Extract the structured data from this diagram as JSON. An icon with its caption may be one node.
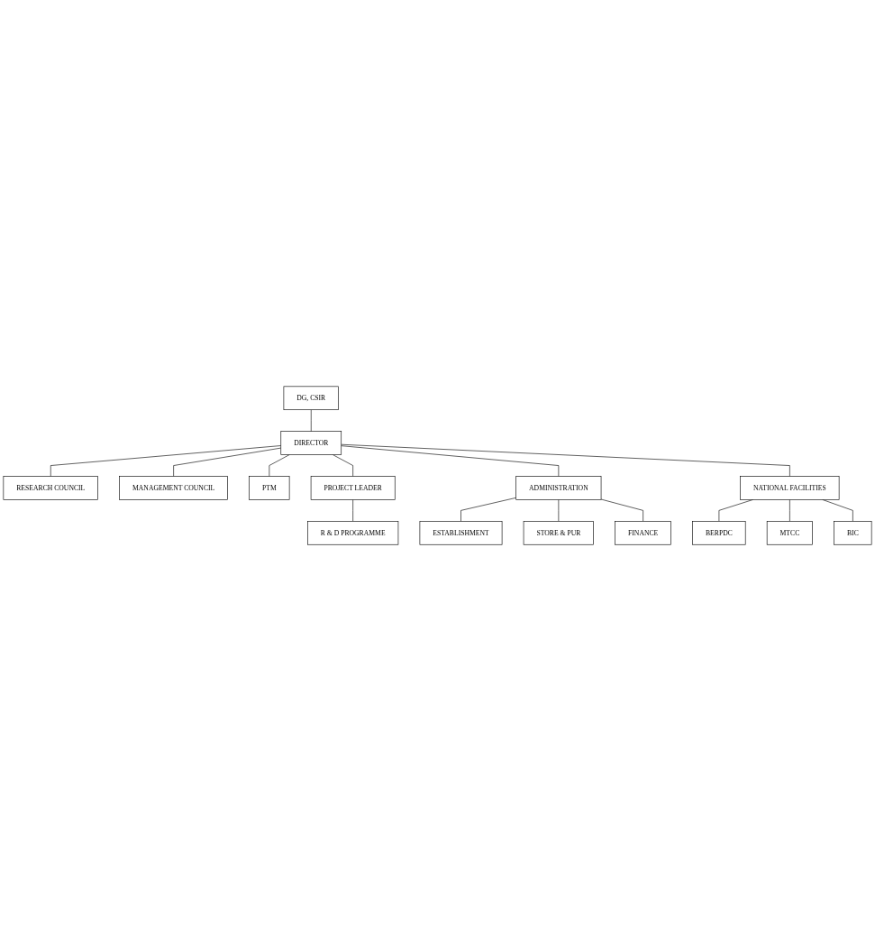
{
  "diagram": {
    "nodes": [
      {
        "text": [
          "DG, CSIR"
        ]
      },
      {
        "text": [
          "RESEARCH COUNCIL"
        ]
      },
      {
        "text": [
          "DIRECTOR"
        ]
      },
      {
        "text": [
          "MANAGEMENT COUNCIL"
        ]
      },
      {
        "text": [
          "PTM"
        ]
      },
      {
        "text": [
          "PROJECT LEADER"
        ]
      },
      {
        "text": [
          "ADMINISTRATION"
        ]
      },
      {
        "text": [
          "NATIONAL FACILITIES"
        ]
      },
      {
        "text": [
          "R & D PROGRAMME"
        ]
      },
      {
        "text": [
          "ESTABLISHMENT"
        ]
      },
      {
        "text": [
          "STORE & PUR"
        ]
      },
      {
        "text": [
          "FINANCE"
        ]
      },
      {
        "text": [
          "BERPDC"
        ]
      },
      {
        "text": [
          "MTCC"
        ]
      },
      {
        "text": [
          "BIC"
        ]
      }
    ],
    "edges": [
      {
        "from": 0,
        "to": 2,
        "arrow": "none"
      },
      {
        "from": 2,
        "to": 1,
        "arrow": "none"
      },
      {
        "from": 2,
        "to": 3,
        "arrow": "none"
      },
      {
        "from": 2,
        "to": 4,
        "arrow": "none"
      },
      {
        "from": 2,
        "to": 5,
        "arrow": "none"
      },
      {
        "from": 2,
        "to": 6,
        "arrow": "none"
      },
      {
        "from": 2,
        "to": 7,
        "arrow": "none"
      },
      {
        "from": 5,
        "to": 8,
        "arrow": "none"
      },
      {
        "from": 6,
        "to": 9,
        "arrow": "none"
      },
      {
        "from": 6,
        "to": 10,
        "arrow": "none"
      },
      {
        "from": 6,
        "to": 11,
        "arrow": "none"
      },
      {
        "from": 7,
        "to": 12,
        "arrow": "none"
      },
      {
        "from": 7,
        "to": 13,
        "arrow": "none"
      },
      {
        "from": 7,
        "to": 14,
        "arrow": "none"
      }
    ]
  }
}
